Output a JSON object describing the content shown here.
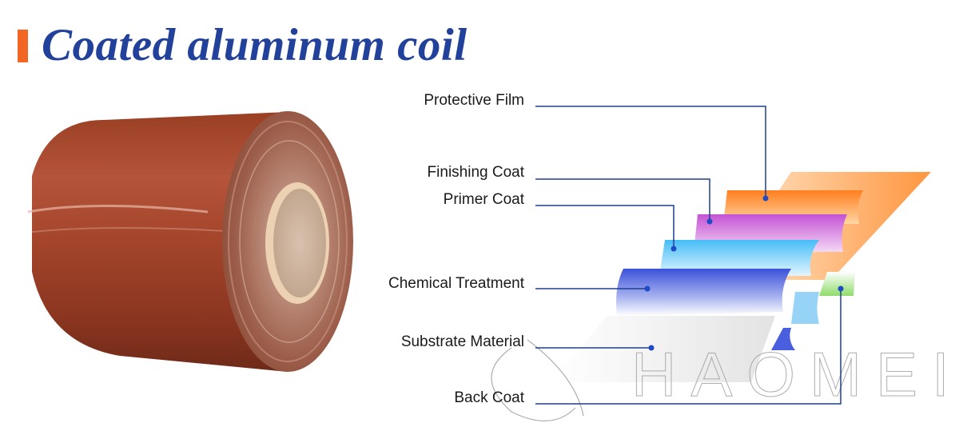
{
  "header": {
    "title": "Coated aluminum coil",
    "accent_color": "#f26522",
    "title_color": "#22419a"
  },
  "product_image": {
    "subject": "coil-photo",
    "description": "Brown coated aluminum coil roll",
    "coil_color": "#a8482e"
  },
  "diagram": {
    "leader_color": "#1f3f8f",
    "layers": [
      {
        "label": "Protective Film",
        "color": "#ff8a2a"
      },
      {
        "label": "Finishing Coat",
        "color": "#c85fd6"
      },
      {
        "label": "Primer Coat",
        "color": "#4fc3f7"
      },
      {
        "label": "Chemical Treatment",
        "color": "#3f55d8"
      },
      {
        "label": "Substrate Material",
        "color": "#e8e8e8"
      },
      {
        "label": "Back Coat",
        "color": "#9be07a"
      }
    ]
  },
  "watermark": {
    "text": "HAOMEI"
  }
}
